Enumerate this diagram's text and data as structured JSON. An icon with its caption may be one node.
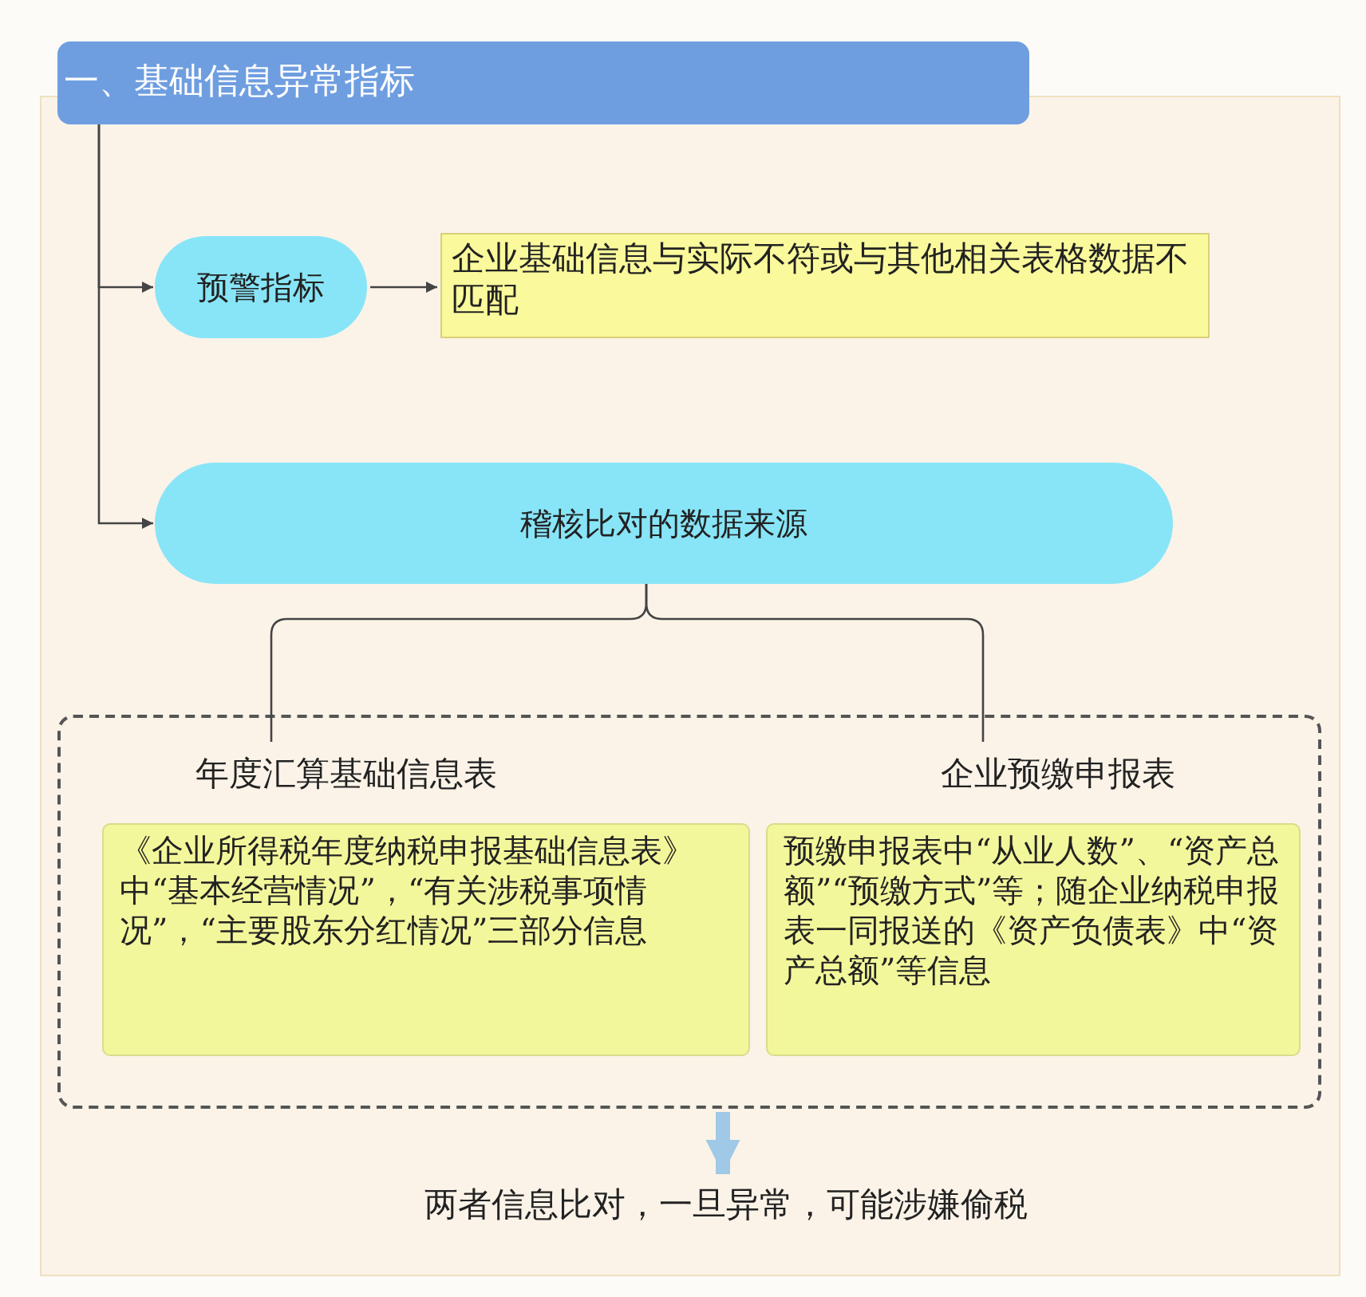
{
  "diagram": {
    "nodes": [
      {
        "text": [
          "一、基础信息异常指标"
        ]
      },
      {
        "text": [
          "预警指标"
        ]
      },
      {
        "text": [
          "企业基础信息与实际不符或与其他相关表格数据不匹配"
        ]
      },
      {
        "text": [
          "稽核比对的数据来源"
        ]
      },
      {
        "text": [],
        "shape": "box"
      },
      {
        "text": [
          "年度汇算基础信息表"
        ],
        "in": 4
      },
      {
        "text": [
          "《企业所得税年度纳税申报基础信息表》中“基本经营情况”，“有关涉税事项情况”，“主要股东分红情况”三部分信息"
        ],
        "in": 4
      },
      {
        "text": [
          "企业预缴申报表"
        ],
        "in": 4
      },
      {
        "text": [
          "预缴申报表中“从业人数”、“资产总额”“预缴方式”等；随企业纳税申报表一同报送的《资产负债表》中“资产总额”等信息"
        ],
        "in": 4
      },
      {
        "text": [
          "两者信息比对，一旦异常，可能涉嫌偷税"
        ]
      }
    ],
    "edges": [
      {
        "from": 0,
        "to": 1,
        "arrow": "to"
      },
      {
        "from": 0,
        "to": 3,
        "arrow": "to"
      },
      {
        "from": 1,
        "to": 2,
        "arrow": "to"
      },
      {
        "from": 3,
        "to": 5,
        "arrow": "none"
      },
      {
        "from": 3,
        "to": 7,
        "arrow": "none"
      },
      {
        "from": 4,
        "to": 9,
        "arrow": "to",
        "style": "thick",
        "color": "#9fc9e6"
      }
    ]
  }
}
